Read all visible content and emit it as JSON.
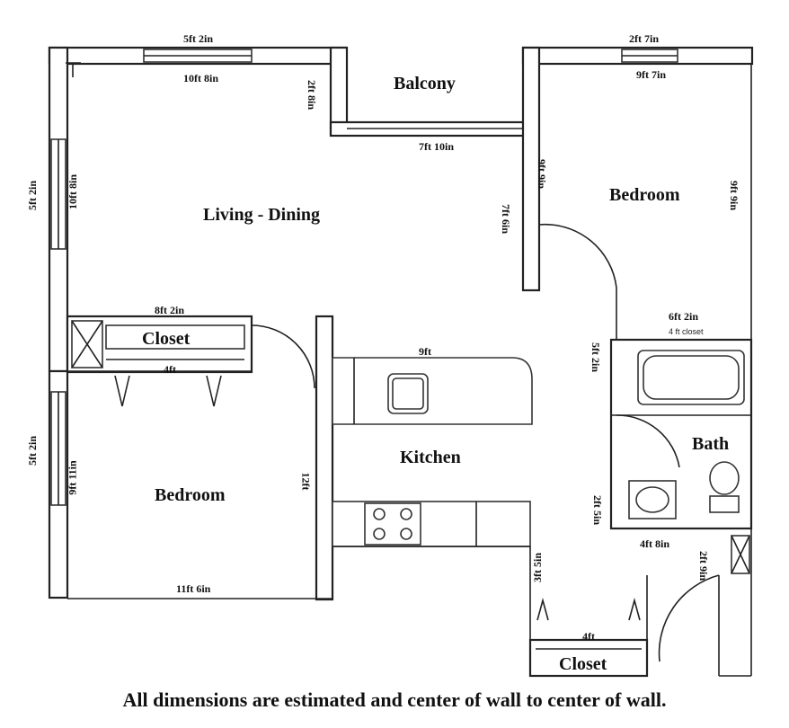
{
  "rooms": {
    "balcony": "Balcony",
    "living_dining": "Living - Dining",
    "bedroom_master": "Bedroom",
    "bedroom_second": "Bedroom",
    "kitchen": "Kitchen",
    "bath": "Bath",
    "closet_upper": "Closet",
    "closet_lower": "Closet"
  },
  "dimensions": {
    "window_top_left": "5ft 2in",
    "living_width": "10ft 8in",
    "bay_depth": "2ft 8in",
    "balcony_width": "7ft 10in",
    "window_top_right": "2ft 7in",
    "bedroom_width": "9ft 7in",
    "window_left_upper": "5ft 2in",
    "living_depth": "10ft 8in",
    "bedroom_left_wall": "9ft 9in",
    "bedroom_right_wall": "9ft 9in",
    "hall_wall": "7ft 6in",
    "closet_width": "8ft 2in",
    "closet_inner": "4ft",
    "bedroom_bottom": "6ft 2in",
    "bedroom_closet": "4 ft closet",
    "hall_upper": "5ft 2in",
    "kitchen_counter": "9ft",
    "window_left_lower": "5ft 2in",
    "bedroom2_depth": "9ft 11in",
    "kitchen_wall": "12ft",
    "bath_side": "2ft 5in",
    "bath_bottom": "4ft 8in",
    "entry_door": "2ft 9in",
    "hall_lower": "3ft 5in",
    "closet_lower_width": "4ft",
    "bedroom2_width": "11ft 6in"
  },
  "disclaimer": "All dimensions are estimated and center of wall to center of wall."
}
